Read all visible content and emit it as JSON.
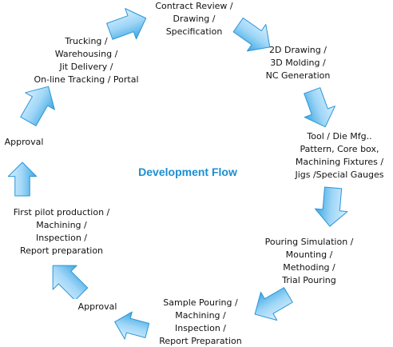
{
  "title": "Development Flow",
  "colors": {
    "title": "#1a8fd0",
    "arrow_light": "#d7f0ff",
    "arrow_mid": "#9fd6f7",
    "arrow_dark": "#3aa6e2",
    "arrow_stroke": "#2b95d6",
    "text": "#111111"
  },
  "steps": [
    {
      "id": "contract",
      "lines": [
        "Contract Review /",
        "Drawing /",
        "Specification"
      ]
    },
    {
      "id": "drawing",
      "lines": [
        "2D Drawing /",
        "3D Molding /",
        "NC Generation"
      ]
    },
    {
      "id": "tool",
      "lines": [
        "Tool / Die Mfg..",
        "Pattern, Core box,",
        "Machining Fixtures /",
        "Jigs /Special Gauges"
      ]
    },
    {
      "id": "pouring",
      "lines": [
        "Pouring Simulation /",
        "Mounting /",
        "Methoding /",
        "Trial Pouring"
      ]
    },
    {
      "id": "sample",
      "lines": [
        "Sample Pouring /",
        "Machining /",
        "Inspection /",
        "Report Preparation"
      ]
    },
    {
      "id": "approval1",
      "lines": [
        "Approval"
      ]
    },
    {
      "id": "pilot",
      "lines": [
        "First pilot production /",
        "Machining /",
        "Inspection /",
        "Report preparation"
      ]
    },
    {
      "id": "approval2",
      "lines": [
        "Approval"
      ]
    },
    {
      "id": "trucking",
      "lines": [
        "Trucking /",
        "Warehousing /",
        "Jit Delivery /",
        "On-line Tracking / Portal"
      ]
    }
  ],
  "arrows": [
    {
      "id": "trucking-to-contract",
      "icon": "arrow-right-icon"
    },
    {
      "id": "contract-to-drawing",
      "icon": "arrow-down-right-icon"
    },
    {
      "id": "drawing-to-tool",
      "icon": "arrow-down-icon"
    },
    {
      "id": "tool-to-pouring",
      "icon": "arrow-down-icon"
    },
    {
      "id": "pouring-to-sample",
      "icon": "arrow-down-left-icon"
    },
    {
      "id": "sample-to-approval",
      "icon": "arrow-left-icon"
    },
    {
      "id": "approval-to-pilot",
      "icon": "arrow-up-left-icon"
    },
    {
      "id": "pilot-to-approval",
      "icon": "arrow-up-icon"
    },
    {
      "id": "approval-to-trucking",
      "icon": "arrow-up-right-icon"
    }
  ]
}
